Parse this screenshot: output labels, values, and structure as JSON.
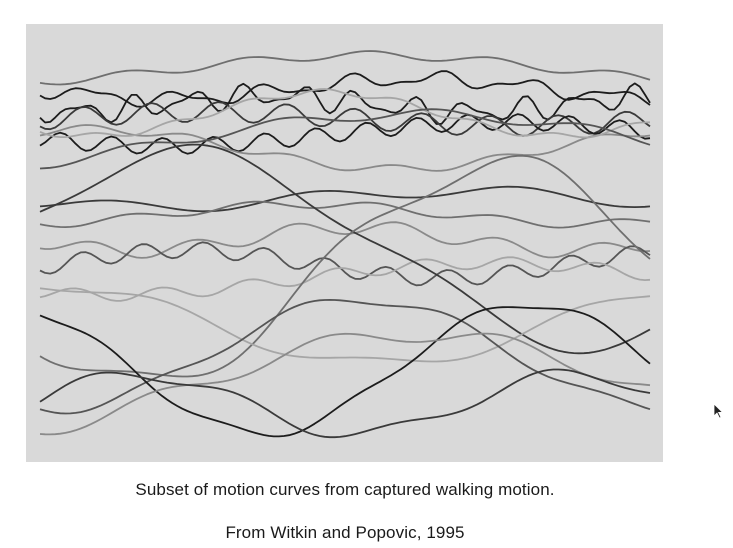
{
  "figure": {
    "background_color": "#d9d9d9",
    "curve_count": 20
  },
  "caption": {
    "text": "Subset of motion curves from captured walking motion."
  },
  "credit": {
    "text": "From Witkin and Popovic, 1995"
  },
  "cursor": {
    "icon": "arrow-pointer-icon",
    "color": "#222222"
  }
}
